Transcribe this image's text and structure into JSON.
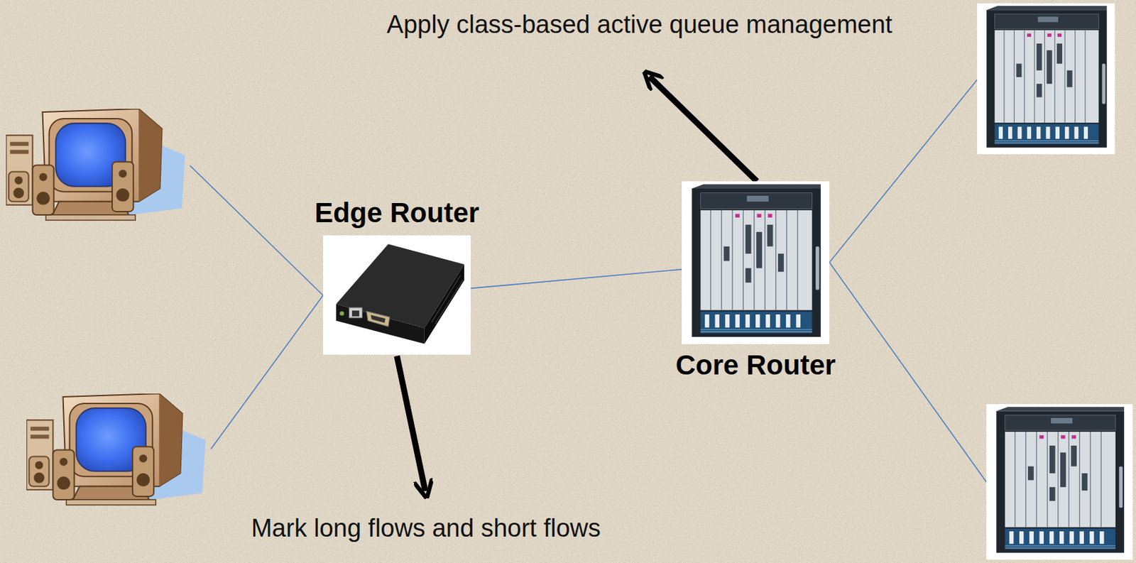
{
  "diagram": {
    "nodes": [
      {
        "text": [
          "Edge Router"
        ]
      },
      {
        "text": [
          "Core Router"
        ]
      }
    ],
    "edges": [
      {
        "from": 0,
        "to": 1,
        "arrow": "none"
      }
    ],
    "labels": [
      "Apply class-based active queue management",
      "Mark long flows and short flows"
    ]
  }
}
